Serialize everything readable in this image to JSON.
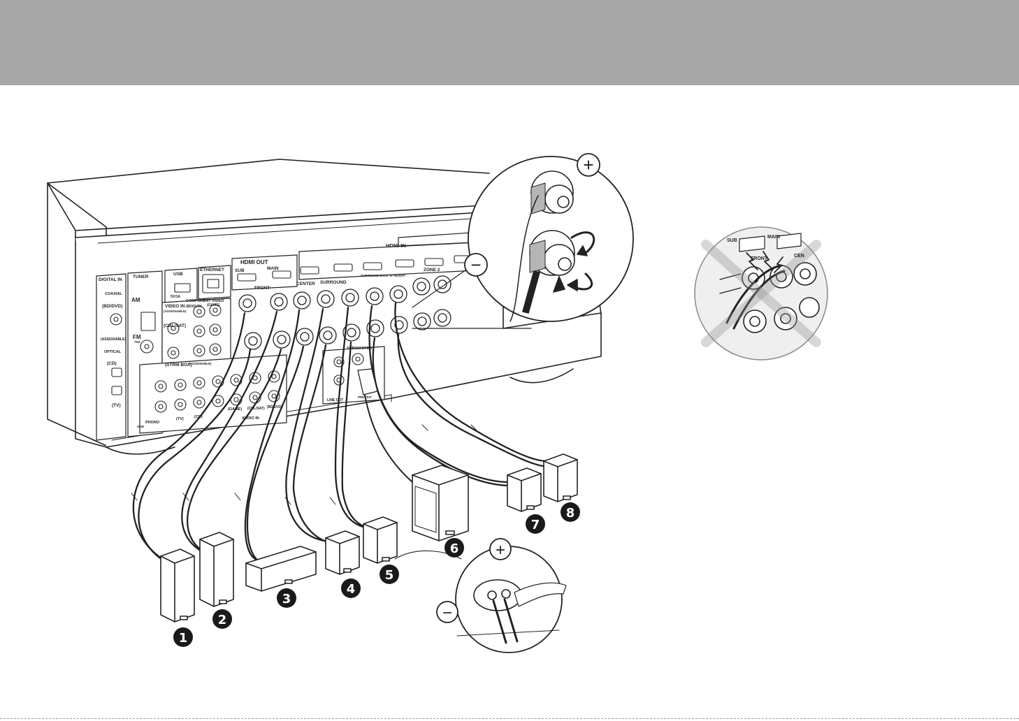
{
  "colors": {
    "header_band": "#a8a7a7",
    "line": "#222222",
    "panel_fill": "#ffffff",
    "zoom_fill": "#f2f2f2",
    "number_badge": "#1a1a1a"
  },
  "receiver_panel": {
    "digital_in": "DIGITAL IN",
    "coaxial": "COAXIAL",
    "bd_dvd": "(BD/DVD)",
    "assignable_1": "(ASSIGNABLE)",
    "optical": "OPTICAL",
    "cd": "(CD)",
    "tv": "(TV)",
    "tuner": "TUNER",
    "am": "AM",
    "fm": "FM",
    "fm_ohm": "75Ω",
    "gnd": "GND",
    "usb": "USB",
    "usb_rating": "5V/1A",
    "ethernet": "ETHERNET",
    "video_in": "VIDEO IN",
    "assignable_2": "(ASSIGNABLE)",
    "component_video": "COMPONENT VIDEO",
    "comp_bd_dvd": "(BD/DVD)",
    "comp_game": "(GAME)",
    "cbl_sat": "(CBL/SAT)",
    "strm_box": "(STRM BOX)",
    "assignable_3": "(ASSIGNABLE)",
    "hdmi_out": "HDMI OUT",
    "hdmi_sub": "SUB",
    "hdmi_main": "MAIN",
    "hdmi_in": "HDMI IN",
    "front": "FRONT",
    "center": "CENTER",
    "surround": "SURROUND",
    "surround_back": "SURROUND BACK or HEIGHT",
    "zone2": "ZONE 2",
    "subwoofer": "SUBWOOFER",
    "pre_out": "PRE OUT",
    "zone_line_out": "LINE OUT",
    "phono": "PHONO",
    "audio_in": "AUDIO IN",
    "audio_tv": "(TV)",
    "audio_cd": "(CD)",
    "audio_game": "(GAME)",
    "audio_cbl": "(CBL/SAT)",
    "audio_bd": "(BD/DVD)"
  },
  "terminal_zoom": {
    "plus": "+",
    "minus": "−"
  },
  "sub_zoom": {
    "plus": "+",
    "minus": "−"
  },
  "caution_zoom": {
    "sub": "SUB",
    "main": "MAIN",
    "front": "FRONT",
    "center": "CEN"
  },
  "speakers": [
    {
      "number": "1"
    },
    {
      "number": "2"
    },
    {
      "number": "3"
    },
    {
      "number": "4"
    },
    {
      "number": "5"
    },
    {
      "number": "6"
    },
    {
      "number": "7"
    },
    {
      "number": "8"
    }
  ]
}
